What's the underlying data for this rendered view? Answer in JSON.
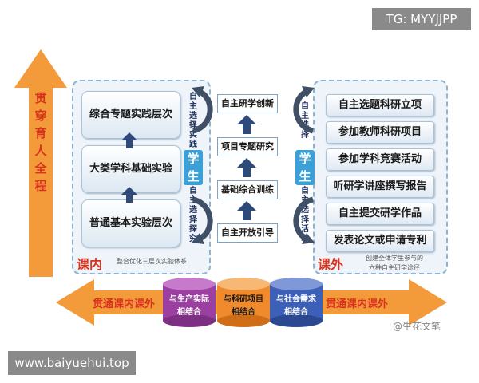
{
  "watermark_top": "TG: MYYJJPP",
  "watermark_bottom": "www.baiyuehui.top",
  "vertical_axis_text": [
    "贯",
    "穿",
    "育",
    "人",
    "全",
    "程"
  ],
  "left_panel": {
    "tiers": [
      "综合专题实践层次",
      "大类学科基础实验",
      "普通基本实验层次"
    ],
    "corner_label": "课内",
    "caption": "整合优化三层次实验体系",
    "student_chars": [
      "学",
      "生"
    ],
    "side_label_top": "自主选择实践",
    "side_label_bottom": "自主选择探究"
  },
  "center_column": {
    "items": [
      "自主研学创新",
      "项目专题研究",
      "基础综合训练",
      "自主开放引导"
    ]
  },
  "right_panel": {
    "items": [
      "自主选题科研立项",
      "参加教师科研项目",
      "参加学科竞赛活动",
      "听研学讲座撰写报告",
      "自主提交研学作品",
      "发表论文或申请专利"
    ],
    "corner_label": "课外",
    "caption_lines": [
      "创建全体学生参与的",
      "六种自主研学途径"
    ],
    "student_chars": [
      "学",
      "生"
    ],
    "side_label_top": "自主选择",
    "side_label_bottom": "自主选择活动"
  },
  "bottom": {
    "arrow_left_label": "贯通课内课外",
    "arrow_right_label": "贯通课内课外",
    "cylinders": [
      {
        "line1": "与生产实际",
        "line2": "相结合",
        "color": "#9b3fa0"
      },
      {
        "line1": "与科研项目",
        "line2": "相结合",
        "color": "#f08a2c"
      },
      {
        "line1": "与社会需求",
        "line2": "相结合",
        "color": "#3c5fb8"
      }
    ],
    "source_mark": "@生花文笔"
  },
  "colors": {
    "arrow_orange": "#f39a3a",
    "accent_red": "#d9331f",
    "panel_blue": "#3ba0d8"
  }
}
